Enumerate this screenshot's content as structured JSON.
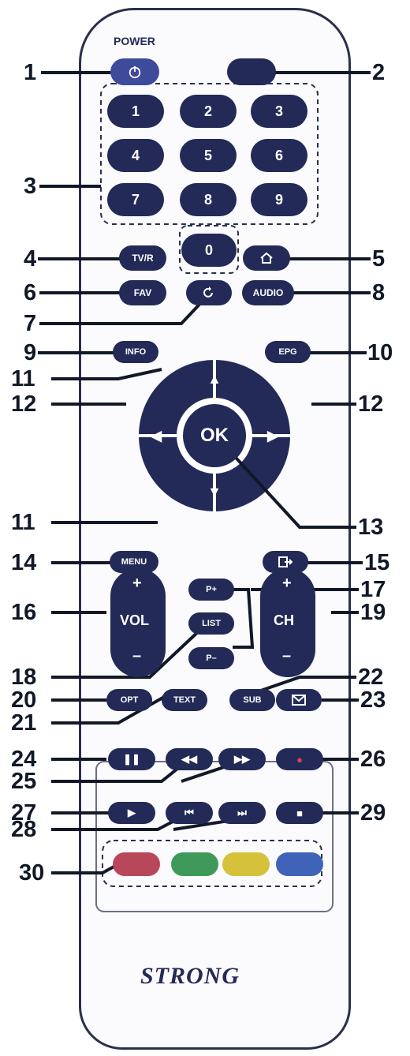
{
  "remote": {
    "power_label": "POWER",
    "brand": "STRONG",
    "numbers": [
      "1",
      "2",
      "3",
      "4",
      "5",
      "6",
      "7",
      "8",
      "9",
      "0"
    ],
    "keys": {
      "tvr": "TV/R",
      "fav": "FAV",
      "audio": "AUDIO",
      "info": "INFO",
      "epg": "EPG",
      "ok": "OK",
      "menu": "MENU",
      "vol": "VOL",
      "ch": "CH",
      "plus": "+",
      "minus": "–",
      "p_plus": "P+",
      "p_minus": "P–",
      "list": "LIST",
      "opt": "OPT",
      "text": "TEXT",
      "sub": "SUB"
    },
    "media_glyphs": {
      "pause": "❚❚",
      "rewind": "◀◀",
      "forward": "▶▶",
      "record": "●",
      "play": "▶",
      "prev": "⏮",
      "next": "⏭",
      "stop": "■"
    },
    "color_keys": [
      "#b9475a",
      "#3f9a5a",
      "#d6c23a",
      "#3f63b8"
    ]
  },
  "callouts": [
    "1",
    "2",
    "3",
    "4",
    "5",
    "6",
    "7",
    "8",
    "9",
    "10",
    "11",
    "12",
    "12",
    "11",
    "13",
    "14",
    "15",
    "16",
    "17",
    "18",
    "19",
    "20",
    "21",
    "22",
    "23",
    "24",
    "25",
    "26",
    "27",
    "28",
    "29",
    "30"
  ]
}
